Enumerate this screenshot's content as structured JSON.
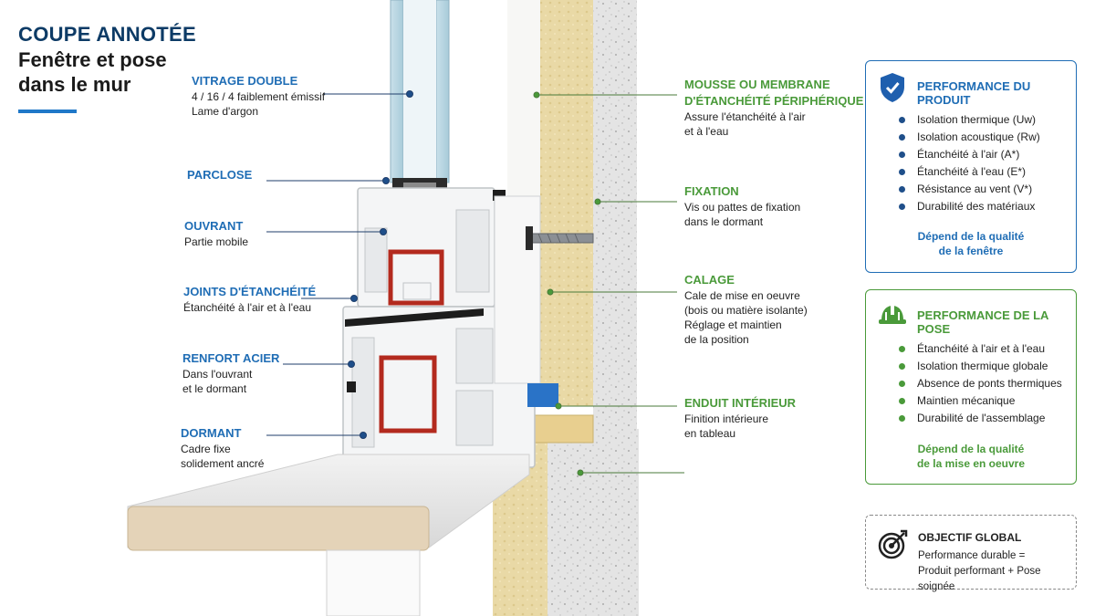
{
  "title": {
    "line1": "COUPE ANNOTÉE",
    "line2": "Fenêtre et pose",
    "line3": "dans le mur"
  },
  "left_labels": [
    {
      "heading": "VITRAGE DOUBLE",
      "lines": [
        "4 / 16 / 4 faiblement émissif",
        "Lame d'argon"
      ]
    },
    {
      "heading": "PARCLOSE",
      "lines": []
    },
    {
      "heading": "OUVRANT",
      "lines": [
        "Partie mobile"
      ]
    },
    {
      "heading": "JOINTS D'ÉTANCHÉITÉ",
      "lines": [
        "Étanchéité à l'air et à l'eau"
      ]
    },
    {
      "heading": "RENFORT ACIER",
      "lines": [
        "Dans l'ouvrant",
        "et le dormant"
      ]
    },
    {
      "heading": "DORMANT",
      "lines": [
        "Cadre fixe",
        "solidement ancré"
      ]
    }
  ],
  "right_labels": [
    {
      "heading1": "MOUSSE OU MEMBRANE",
      "heading2": "D'ÉTANCHÉITÉ PÉRIPHÉRIQUE",
      "lines": [
        "Assure l'étanchéité à l'air",
        "et à l'eau"
      ]
    },
    {
      "heading1": "FIXATION",
      "heading2": "",
      "lines": [
        "Vis ou pattes de fixation",
        "dans le dormant"
      ]
    },
    {
      "heading1": "CALAGE",
      "heading2": "",
      "lines": [
        "Cale de mise en oeuvre",
        "(bois ou matière isolante)",
        "Réglage et maintien",
        "de la position"
      ]
    },
    {
      "heading1": "ENDUIT INTÉRIEUR",
      "heading2": "",
      "lines": [
        "Finition intérieure",
        "en tableau"
      ]
    }
  ],
  "product_card": {
    "title": "PERFORMANCE DU PRODUIT",
    "items": [
      "Isolation thermique (Uw)",
      "Isolation acoustique (Rw)",
      "Étanchéité à l'air (A*)",
      "Étanchéité à l'eau (E*)",
      "Résistance au vent (V*)",
      "Durabilité des matériaux"
    ],
    "footer1": "Dépend de la qualité",
    "footer2": "de la fenêtre",
    "icon": "shield-check-icon",
    "color": "#1f6db5"
  },
  "install_card": {
    "title": "PERFORMANCE DE LA POSE",
    "items": [
      "Étanchéité à l'air et à l'eau",
      "Isolation thermique globale",
      "Absence de ponts thermiques",
      "Maintien mécanique",
      "Durabilité de l'assemblage"
    ],
    "footer1": "Dépend de la qualité",
    "footer2": "de la mise en oeuvre",
    "icon": "hard-hat-icon",
    "color": "#4a9a3a"
  },
  "goal_card": {
    "title": "OBJECTIF GLOBAL",
    "line1": "Performance durable =",
    "line2": "Produit performant + Pose soignée",
    "icon": "target-icon"
  }
}
